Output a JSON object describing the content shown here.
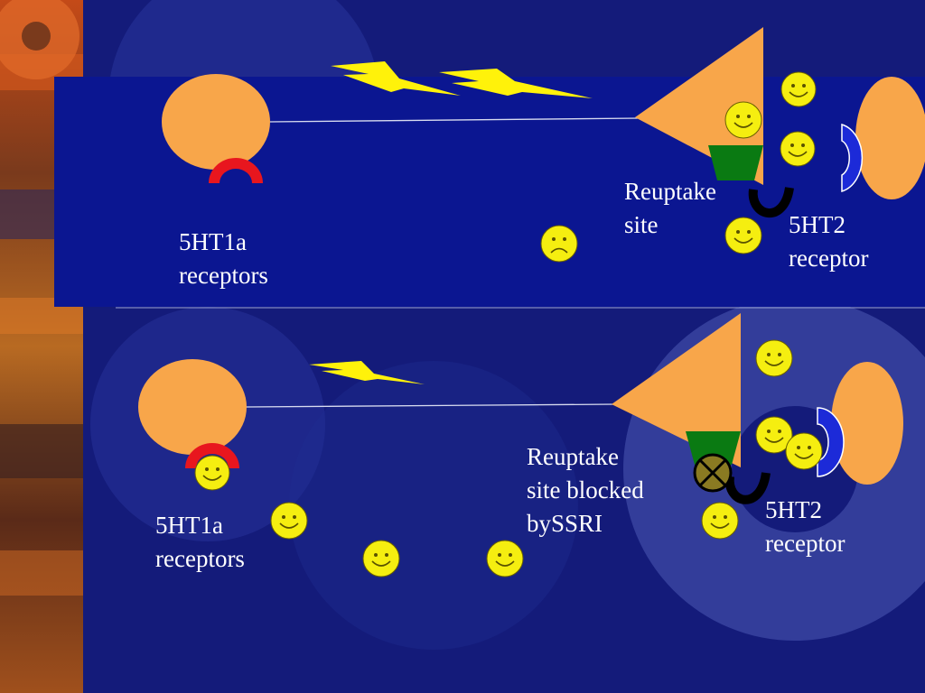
{
  "top_panel": {
    "presynaptic_label": {
      "line1": "5HT1a",
      "line2": "receptors"
    },
    "reuptake_label": {
      "line1": "Reuptake",
      "line2": "site"
    },
    "postsynaptic_label": {
      "line1": "5HT2",
      "line2": "receptor"
    }
  },
  "bottom_panel": {
    "presynaptic_label": {
      "line1": "5HT1a",
      "line2": "receptors"
    },
    "reuptake_label": {
      "line1": "Reuptake",
      "line2": "site blocked",
      "line3": "bySSRI"
    },
    "postsynaptic_label": {
      "line1": "5HT2",
      "line2": "receptor"
    }
  },
  "colors": {
    "background": "#141b7a",
    "panel": "#0b1691",
    "gear": "#3d4aa6",
    "neuron": "#f8a64a",
    "receptor_5ht1a": "#e8161e",
    "receptor_5ht2": "#1c2ad8",
    "reuptake_site": "#0a7a12",
    "serotonin": "#f5ee10",
    "lightning": "#fff20a"
  }
}
